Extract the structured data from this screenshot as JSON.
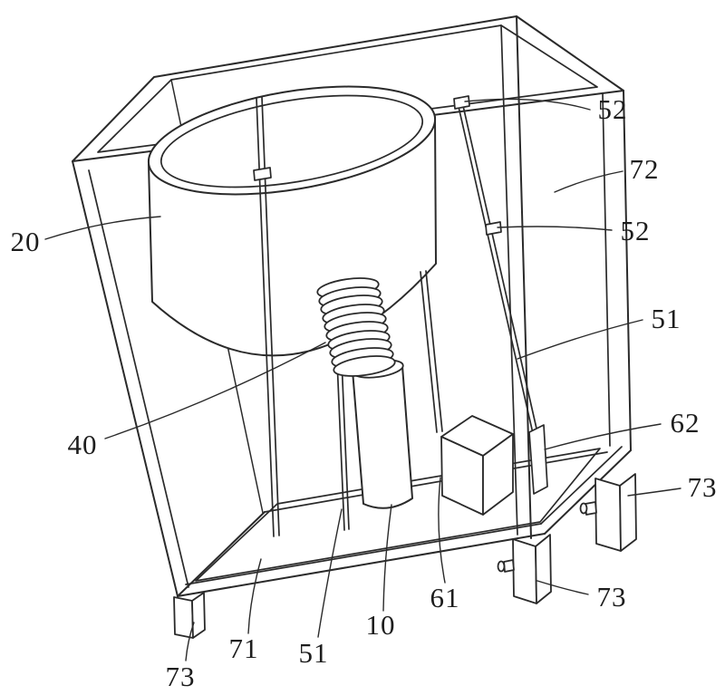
{
  "figure": {
    "background": "#ffffff",
    "line_color": "#2a2a2a",
    "text_color": "#1d1d1d"
  },
  "labels": [
    {
      "text": "52"
    },
    {
      "text": "72"
    },
    {
      "text": "20"
    },
    {
      "text": "52"
    },
    {
      "text": "51"
    },
    {
      "text": "40"
    },
    {
      "text": "62"
    },
    {
      "text": "73"
    },
    {
      "text": "73"
    },
    {
      "text": "61"
    },
    {
      "text": "10"
    },
    {
      "text": "51"
    },
    {
      "text": "71"
    },
    {
      "text": "73"
    }
  ]
}
